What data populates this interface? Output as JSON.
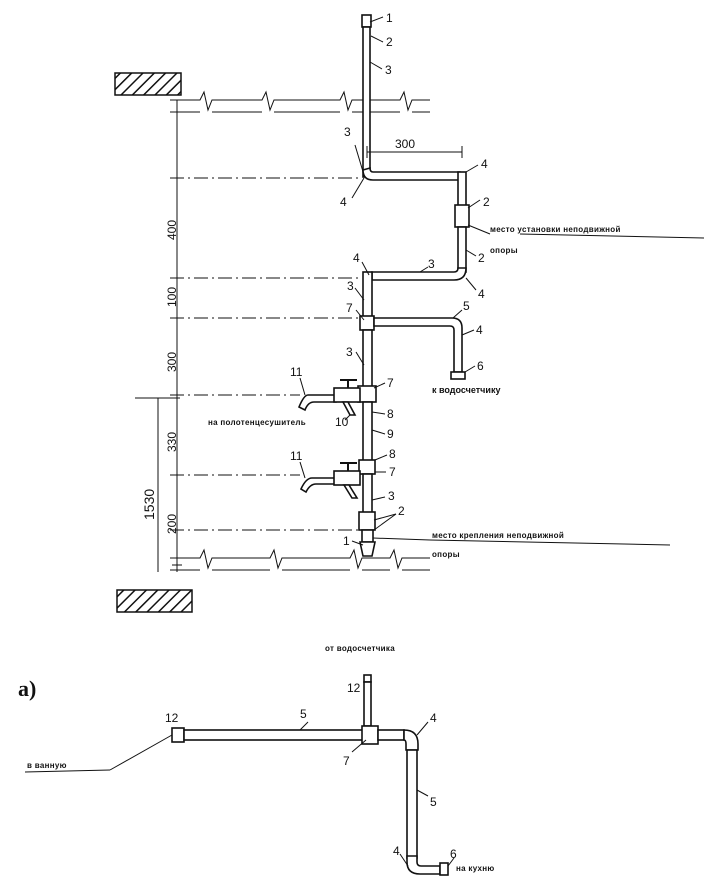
{
  "figure_label": "а)",
  "riser": {
    "callouts": {
      "n1_top": "1",
      "n2_top": "2",
      "n3_top": "3",
      "n3_a": "3",
      "n4_a": "4",
      "n4_b": "4",
      "n2_b": "2",
      "n2_c": "2",
      "n4_c": "4",
      "n3_b": "3",
      "n4_d": "4",
      "n3_c": "3",
      "n7_a": "7",
      "n5_a": "5",
      "n4_e": "4",
      "n6_a": "6",
      "n3_d": "3",
      "n11_a": "11",
      "n7_b": "7",
      "n10_a": "10",
      "n8_a": "8",
      "n9_a": "9",
      "n11_b": "11",
      "n8_b": "8",
      "n7_c": "7",
      "n3_e": "3",
      "n2_d": "2",
      "n1_bottom": "1"
    },
    "dimensions": {
      "d300_top": "300",
      "d400": "400",
      "d100": "100",
      "d300": "300",
      "d330": "330",
      "d200": "200",
      "d1530": "1530"
    },
    "notes": {
      "fixed_support_1_line1": "место установки неподвижной",
      "fixed_support_1_line2": "опоры",
      "to_meter": "к водосчетчику",
      "towel_dryer": "на полотенцесушитель",
      "fixed_support_2_line1": "место крепления неподвижной",
      "fixed_support_2_line2": "опоры"
    }
  },
  "plan": {
    "callouts": {
      "n12_left": "12",
      "n5_h": "5",
      "n12_top": "12",
      "n7_p": "7",
      "n4_p": "4",
      "n5_v": "5",
      "n4_bottom": "4",
      "n6_p": "6"
    },
    "notes": {
      "from_meter": "от водосчетчика",
      "to_bathroom": "в ванную",
      "to_kitchen": "на кухню"
    }
  }
}
